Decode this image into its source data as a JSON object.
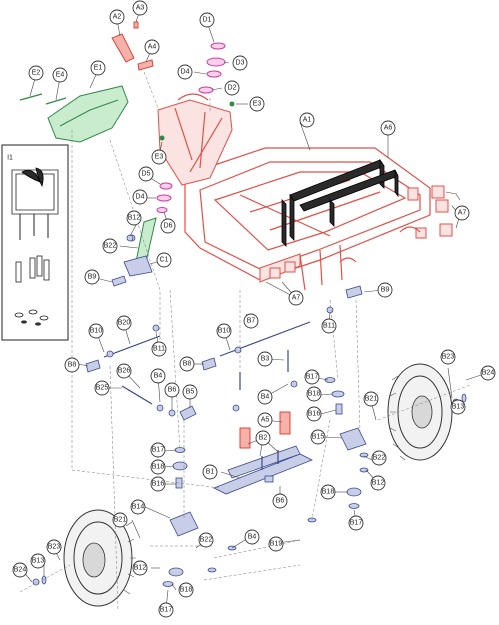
{
  "callout_ids": [
    "A1",
    "A2",
    "A3",
    "A4",
    "A5",
    "A6",
    "A7",
    "B1",
    "B2",
    "B3",
    "B4",
    "B5",
    "B6",
    "B7",
    "B8",
    "B9",
    "B10",
    "B11",
    "B12",
    "B13",
    "B14",
    "B15",
    "B16",
    "B17",
    "B18",
    "B19",
    "B20",
    "B21",
    "B22",
    "B23",
    "B24",
    "B25",
    "B26",
    "C1",
    "D1",
    "D2",
    "D3",
    "D4",
    "D5",
    "D6",
    "E1",
    "E2",
    "E3",
    "E4",
    "I1"
  ],
  "labels": {
    "a1": "A1",
    "a2": "A2",
    "a3": "A3",
    "a4": "A4",
    "a5": "A5",
    "a6": "A6",
    "a7_right": "A7",
    "a7_bottom": "A7",
    "b1": "B1",
    "b2": "B2",
    "b3": "B3",
    "b4_upper": "B4",
    "b4_mid": "B4",
    "b4_lower": "B4",
    "b5": "B5",
    "b6_upper": "B6",
    "b6_lower": "B6",
    "b7": "B7",
    "b8_left": "B8",
    "b8_mid": "B8",
    "b9_left": "B9",
    "b9_right": "B9",
    "b10_left": "B10",
    "b10_mid": "B10",
    "b11_left": "B11",
    "b11_mid": "B11",
    "b12_left": "B12",
    "b12_right": "B12",
    "b12_bottom": "B12",
    "b13_right": "B13",
    "b13_left": "B13",
    "b14": "B14",
    "b15": "B15",
    "b16_right": "B16",
    "b16_left": "B16",
    "b17_right_top": "B17",
    "b17_left": "B17",
    "b17_right_bottom": "B17",
    "b17_bottom": "B17",
    "b18_right_top": "B18",
    "b18_left": "B18",
    "b18_right_bottom": "B18",
    "b18_bottom": "B18",
    "b19": "B19",
    "b20": "B20",
    "b21_right": "B21",
    "b21_left": "B21",
    "b22_top": "B22",
    "b22_right": "B22",
    "b22_bottom": "B22",
    "b23_right": "B23",
    "b23_left": "B23",
    "b24_right": "B24",
    "b24_left": "B24",
    "b25": "B25",
    "b26": "B26",
    "c1": "C1",
    "d1": "D1",
    "d2": "D2",
    "d3": "D3",
    "d4_upper": "D4",
    "d4_lower": "D4",
    "d5": "D5",
    "d6": "D6",
    "e1": "E1",
    "e2": "E2",
    "e3_upper": "E3",
    "e3_lower": "E3",
    "e4": "E4",
    "i1": "I1"
  },
  "colors": {
    "frame": "#e0504a",
    "hardware": "#3a4a8a",
    "bearing": "#d23aa0",
    "shroud": "#2f8a45",
    "belt": "#2a2a2a"
  }
}
